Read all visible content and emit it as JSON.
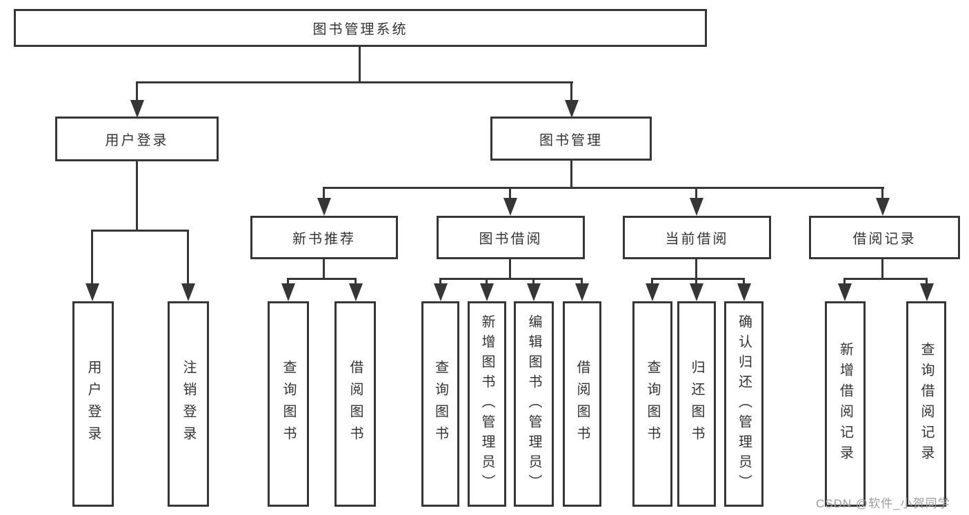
{
  "diagram": {
    "title_box": {
      "label": "图书管理系统"
    },
    "level2": {
      "user_login": {
        "label": "用户登录"
      },
      "book_management": {
        "label": "图书管理"
      }
    },
    "level3": {
      "new_book_recommend": {
        "label": "新书推荐"
      },
      "book_borrow": {
        "label": "图书借阅"
      },
      "current_borrow": {
        "label": "当前借阅"
      },
      "borrow_record": {
        "label": "借阅记录"
      }
    },
    "leaves": {
      "user_login_leaf": {
        "label": "用户登录"
      },
      "logout_leaf": {
        "label": "注销登录"
      },
      "rec_query_book": {
        "label": "查询图书"
      },
      "rec_borrow_book": {
        "label": "借阅图书"
      },
      "bb_query_book": {
        "label": "查询图书"
      },
      "bb_add_book": {
        "label": "新增图书（管理员）"
      },
      "bb_edit_book": {
        "label": "编辑图书（管理员）"
      },
      "bb_borrow_book": {
        "label": "借阅图书"
      },
      "cb_query_book": {
        "label": "查询图书"
      },
      "cb_return_book": {
        "label": "归还图书"
      },
      "cb_confirm_return": {
        "label": "确认归还（管理员）"
      },
      "br_add_record": {
        "label": "新增借阅记录"
      },
      "br_query_record": {
        "label": "查询借阅记录"
      }
    },
    "watermark": "CSDN @软件_小贺同学",
    "colors": {
      "line": "#363636",
      "text": "#333333",
      "watermark": "#9b9b9b",
      "background": "#ffffff"
    }
  }
}
